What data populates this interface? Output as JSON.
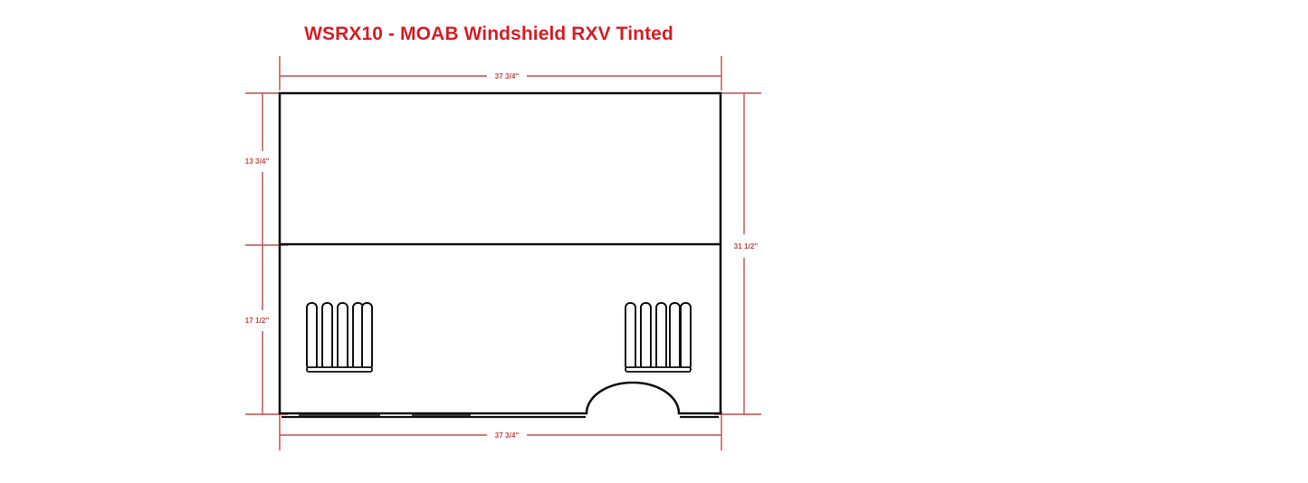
{
  "drawing": {
    "title": "WSRX10 - MOAB Windshield RXV Tinted",
    "part_number": "WSRX10",
    "colors": {
      "title_red": "#d52027",
      "dimension_red": "#c0504d",
      "outline_black": "#111111",
      "background": "#ffffff"
    },
    "dimensions": {
      "top_width": "37 3/4\"",
      "bottom_width": "37 3/4\"",
      "upper_left_height": "13 3/4\"",
      "lower_left_height": "17 1/2\"",
      "right_total_height": "31 1/2\""
    },
    "features": {
      "left_vent_label": "left-vent-slots",
      "right_vent_label": "right-vent-slots",
      "vent_slot_count": 5,
      "bottom_arch_label": "steering-column-arch",
      "divider_label": "horizontal-divider"
    }
  }
}
